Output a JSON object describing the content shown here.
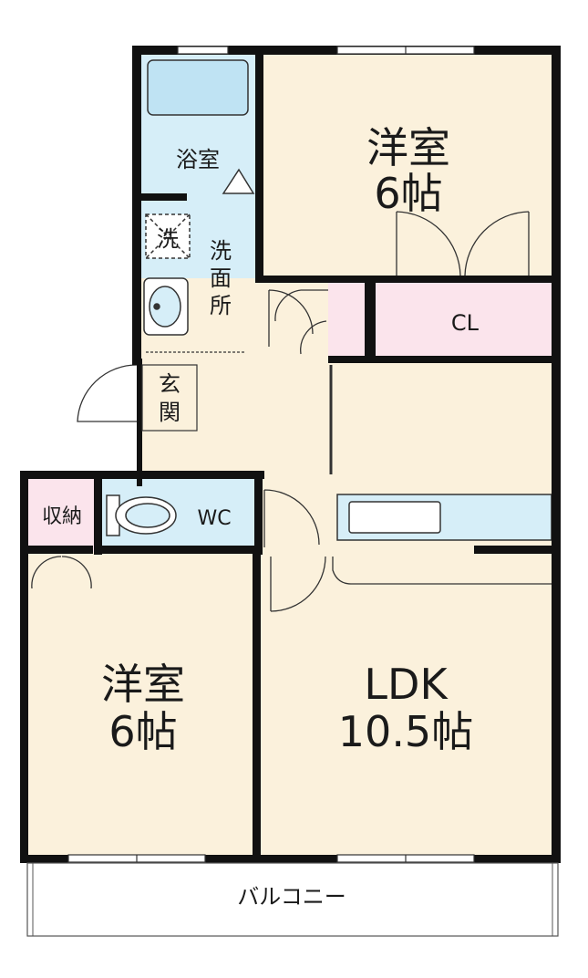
{
  "colors": {
    "living": "#fbf1dc",
    "wet": "#d6eef8",
    "storage": "#fbe4ec",
    "wall": "#111111",
    "fixture_stroke": "#333333"
  },
  "rooms": {
    "bath": {
      "label": "浴室"
    },
    "washroom": {
      "label_lines": [
        "洗",
        "面",
        "所"
      ]
    },
    "washer": {
      "label": "洗"
    },
    "western_n": {
      "name": "洋室",
      "size": "6帖"
    },
    "closet": {
      "label": "CL"
    },
    "entrance": {
      "label_lines": [
        "玄",
        "関"
      ]
    },
    "storage": {
      "label": "収納"
    },
    "wc": {
      "label": "WC"
    },
    "western_s": {
      "name": "洋室",
      "size": "6帖"
    },
    "ldk": {
      "name": "LDK",
      "size": "10.5帖"
    },
    "balcony": {
      "label": "バルコニー"
    }
  }
}
